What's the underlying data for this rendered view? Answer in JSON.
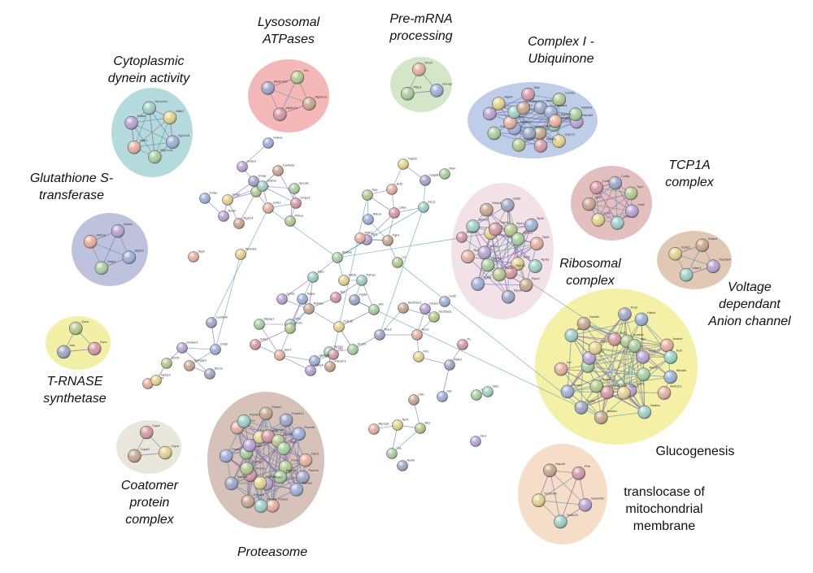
{
  "clusters": [
    {
      "id": "cytoplasmic-dynein",
      "label_lines": [
        "Cytoplasmic",
        "dynein activity"
      ],
      "italic": true,
      "color": "#9ccdd3",
      "nodes": [
        {
          "id": "cd1",
          "label": "Dync1i1"
        },
        {
          "id": "cd2",
          "label": "Ppp1r1a"
        },
        {
          "id": "cd3",
          "label": "Nde1"
        },
        {
          "id": "cd4",
          "label": "Pafah"
        },
        {
          "id": "cd5",
          "label": "Dync1h1"
        },
        {
          "id": "cd6",
          "label": "Ndel1"
        }
      ]
    },
    {
      "id": "lysosomal-atpases",
      "label_lines": [
        "Lysosomal",
        "ATPases"
      ],
      "italic": true,
      "color": "#f2a0a0",
      "nodes": [
        {
          "id": "la1",
          "label": "Atp6v1d"
        },
        {
          "id": "la2",
          "label": "Atp6v1a"
        },
        {
          "id": "la3",
          "label": "Atp6v1b2"
        },
        {
          "id": "la4",
          "label": "Tfrc"
        }
      ]
    },
    {
      "id": "pre-mrna",
      "label_lines": [
        "Pre-mRNA",
        "processing"
      ],
      "italic": true,
      "color": "#c6ddb6",
      "nodes": [
        {
          "id": "pm1",
          "label": "Hnrnpr"
        },
        {
          "id": "pm2",
          "label": "Ptbp1"
        },
        {
          "id": "pm3",
          "label": "Dhx9"
        }
      ]
    },
    {
      "id": "complex-i",
      "label_lines": [
        "Complex I -",
        "Ubiquinone"
      ],
      "italic": true,
      "color": "#a9bde0",
      "nodes": [
        {
          "id": "c1",
          "label": "Ndufa9"
        },
        {
          "id": "c2",
          "label": "Ndufb5"
        },
        {
          "id": "c3",
          "label": "Uqcrc1"
        },
        {
          "id": "c4",
          "label": "Sdhb"
        },
        {
          "id": "c5",
          "label": "Ndufs1"
        },
        {
          "id": "c6",
          "label": "Ndufs2"
        },
        {
          "id": "c7",
          "label": "Cox5a"
        },
        {
          "id": "c8",
          "label": "Uqcrc2"
        },
        {
          "id": "c9",
          "label": "Sdha"
        },
        {
          "id": "c10",
          "label": "Cyc1"
        },
        {
          "id": "c11",
          "label": "Ndufv1"
        },
        {
          "id": "c12",
          "label": "Ndufa10"
        },
        {
          "id": "c13",
          "label": "Atp5b"
        },
        {
          "id": "c14",
          "label": "Uqcrfs1"
        },
        {
          "id": "c15",
          "label": "Etfa"
        },
        {
          "id": "c16",
          "label": "Ndufs3"
        },
        {
          "id": "c17",
          "label": "Cox4i1"
        },
        {
          "id": "c18",
          "label": "Ndufa4"
        },
        {
          "id": "c19",
          "label": "Ndufb8"
        },
        {
          "id": "c20",
          "label": "Atp5a1"
        }
      ]
    },
    {
      "id": "tcp1a",
      "label_lines": [
        "TCP1A",
        "complex"
      ],
      "italic": true,
      "color": "#dba9a9",
      "nodes": [
        {
          "id": "t1",
          "label": "Cct8"
        },
        {
          "id": "t2",
          "label": "Cct4"
        },
        {
          "id": "t3",
          "label": "Cct3"
        },
        {
          "id": "t4",
          "label": "Cct2"
        },
        {
          "id": "t5",
          "label": "Cct5"
        },
        {
          "id": "t6",
          "label": "Cct6a"
        },
        {
          "id": "t7",
          "label": "Tcp1"
        }
      ]
    },
    {
      "id": "glutathione",
      "label_lines": [
        "Glutathione S-",
        "transferase"
      ],
      "italic": true,
      "color": "#a8aed2",
      "nodes": [
        {
          "id": "g1",
          "label": "Mgst3"
        },
        {
          "id": "g2",
          "label": "Gstp1"
        },
        {
          "id": "g3",
          "label": "Gstm1"
        },
        {
          "id": "g4",
          "label": "Gsta4"
        }
      ]
    },
    {
      "id": "ribosomal",
      "label_lines": [
        "Ribosomal",
        "complex"
      ],
      "italic": true,
      "color": "#eed7df",
      "nodes": [
        {
          "id": "r1",
          "label": "Rpl11"
        },
        {
          "id": "r2",
          "label": "Eef2"
        },
        {
          "id": "r3",
          "label": "Rps3"
        },
        {
          "id": "r4",
          "label": "Rpl13"
        },
        {
          "id": "r5",
          "label": "Rps8"
        },
        {
          "id": "r6",
          "label": "Rpl29"
        },
        {
          "id": "r7",
          "label": "Rpsa"
        },
        {
          "id": "r8",
          "label": "Rps6"
        },
        {
          "id": "r9",
          "label": "Rpl7"
        },
        {
          "id": "r10",
          "label": "Eif3a"
        },
        {
          "id": "r11",
          "label": "Eif2s3"
        },
        {
          "id": "r12",
          "label": "Eif3c"
        },
        {
          "id": "r13",
          "label": "Eif4a1"
        },
        {
          "id": "r14",
          "label": "Rpl10"
        },
        {
          "id": "r15",
          "label": "Eif3b"
        },
        {
          "id": "r16",
          "label": "Rps12"
        },
        {
          "id": "r17",
          "label": "Rpl3"
        },
        {
          "id": "r18",
          "label": "Eif2s1"
        },
        {
          "id": "r19",
          "label": "Rpl4"
        }
      ]
    },
    {
      "id": "vdac",
      "label_lines": [
        "Voltage",
        "dependant",
        "Anion channel"
      ],
      "italic": true,
      "color": "#d7b59c",
      "nodes": [
        {
          "id": "v1",
          "label": "Slc25a4"
        },
        {
          "id": "v2",
          "label": "Vdac1"
        },
        {
          "id": "v3",
          "label": "Vdac2"
        },
        {
          "id": "v4",
          "label": "Vdac3"
        }
      ]
    },
    {
      "id": "trnase",
      "label_lines": [
        "T-RNASE",
        "synthetase"
      ],
      "italic": true,
      "color": "#eeeb8a",
      "nodes": [
        {
          "id": "tr1",
          "label": "Eprs"
        },
        {
          "id": "tr2",
          "label": "Iars"
        },
        {
          "id": "tr3",
          "label": "Qars"
        }
      ]
    },
    {
      "id": "glucogenesis",
      "label_lines": [
        "Glucogenesis"
      ],
      "italic": false,
      "color": "#f0ec88",
      "nodes": [
        {
          "id": "gl1",
          "label": "Hibadh"
        },
        {
          "id": "gl2",
          "label": "Aldh2"
        },
        {
          "id": "gl3",
          "label": "Aldh1b1"
        },
        {
          "id": "gl4",
          "label": "Hadh"
        },
        {
          "id": "gl5",
          "label": "Hadha"
        },
        {
          "id": "gl6",
          "label": "Echs1"
        },
        {
          "id": "gl7",
          "label": "Acadm"
        },
        {
          "id": "gl8",
          "label": "Hsd17b4"
        },
        {
          "id": "gl9",
          "label": "Acat1"
        },
        {
          "id": "gl10",
          "label": "Acads"
        },
        {
          "id": "gl11",
          "label": "Acadl"
        },
        {
          "id": "gl12",
          "label": "Pcca"
        },
        {
          "id": "gl13",
          "label": "Ivd"
        },
        {
          "id": "gl14",
          "label": "Mccc1"
        },
        {
          "id": "gl15",
          "label": "Acaa2"
        },
        {
          "id": "gl16",
          "label": "Decr1"
        },
        {
          "id": "gl17",
          "label": "Hadhb"
        },
        {
          "id": "gl18",
          "label": "Eci1"
        },
        {
          "id": "gl19",
          "label": "Pccb"
        },
        {
          "id": "gl20",
          "label": "Acadsb"
        },
        {
          "id": "gl21",
          "label": "Hibch"
        },
        {
          "id": "gl22",
          "label": "Mut"
        },
        {
          "id": "gl23",
          "label": "Acadvl"
        },
        {
          "id": "gl24",
          "label": "Ech1"
        },
        {
          "id": "gl25",
          "label": "Auh"
        }
      ]
    },
    {
      "id": "coatomer",
      "label_lines": [
        "Coatomer",
        "protein",
        "complex"
      ],
      "italic": true,
      "color": "#e2ddd0",
      "nodes": [
        {
          "id": "co1",
          "label": "Copa"
        },
        {
          "id": "co2",
          "label": "Copb2"
        },
        {
          "id": "co3",
          "label": "Cope"
        }
      ]
    },
    {
      "id": "proteasome",
      "label_lines": [
        "Proteasome"
      ],
      "italic": true,
      "color": "#c9ada3",
      "nodes": [
        {
          "id": "p1",
          "label": "Psmc5"
        },
        {
          "id": "p2",
          "label": "Psmd2"
        },
        {
          "id": "p3",
          "label": "Psma1"
        },
        {
          "id": "p4",
          "label": "Psmd1"
        },
        {
          "id": "p5",
          "label": "Psmc2"
        },
        {
          "id": "p6",
          "label": "Psmb1"
        },
        {
          "id": "p7",
          "label": "Psmc4"
        },
        {
          "id": "p8",
          "label": "Psma4"
        },
        {
          "id": "p9",
          "label": "Psmd3"
        },
        {
          "id": "p10",
          "label": "Psmc1"
        },
        {
          "id": "p11",
          "label": "Psmd6"
        },
        {
          "id": "p12",
          "label": "Psmb2"
        },
        {
          "id": "p13",
          "label": "Psma2"
        },
        {
          "id": "p14",
          "label": "Psmc3"
        },
        {
          "id": "p15",
          "label": "Psmd11"
        },
        {
          "id": "p16",
          "label": "Psma5"
        },
        {
          "id": "p17",
          "label": "Psmb5"
        },
        {
          "id": "p18",
          "label": "Psmd14"
        },
        {
          "id": "p19",
          "label": "Psma7"
        },
        {
          "id": "p20",
          "label": "Psmc6"
        },
        {
          "id": "p21",
          "label": "Psmd12"
        },
        {
          "id": "p22",
          "label": "Psmb6"
        },
        {
          "id": "p23",
          "label": "Psmd4"
        },
        {
          "id": "p24",
          "label": "Tpp2"
        },
        {
          "id": "p25",
          "label": "Rpn1"
        }
      ]
    },
    {
      "id": "translocase",
      "label_lines": [
        "translocase of",
        "mitochondrial",
        "membrane"
      ],
      "italic": false,
      "color": "#f1d2b6",
      "nodes": [
        {
          "id": "tm1",
          "label": "Samm50"
        },
        {
          "id": "tm2",
          "label": "Timm23"
        },
        {
          "id": "tm3",
          "label": "Tomm40"
        },
        {
          "id": "tm4",
          "label": "Hspa9"
        },
        {
          "id": "tm5",
          "label": "Phb"
        }
      ]
    }
  ],
  "free_nodes": [
    {
      "id": "f1",
      "label": "Ywhaz"
    },
    {
      "id": "f2",
      "label": "Gnao1"
    },
    {
      "id": "f3",
      "label": "Camk2a"
    },
    {
      "id": "f4",
      "label": "Gnai1"
    },
    {
      "id": "f5",
      "label": "Gnb1"
    },
    {
      "id": "f6",
      "label": "Gnb2"
    },
    {
      "id": "f7",
      "label": "Gnaq"
    },
    {
      "id": "f8",
      "label": "Hpcal1"
    },
    {
      "id": "f9",
      "label": "Calm1"
    },
    {
      "id": "f10",
      "label": "Gng12"
    },
    {
      "id": "f11",
      "label": "Gnas"
    },
    {
      "id": "f12",
      "label": "Ncdn"
    },
    {
      "id": "f13",
      "label": "Rgs14"
    },
    {
      "id": "f14",
      "label": "Prkca"
    },
    {
      "id": "f15",
      "label": "Dlg4"
    },
    {
      "id": "f16",
      "label": "Shank3"
    },
    {
      "id": "f17",
      "label": "Camk2b"
    },
    {
      "id": "f18",
      "label": "Dlgap1"
    },
    {
      "id": "f19",
      "label": "Cttn"
    },
    {
      "id": "f20",
      "label": "Grin1"
    },
    {
      "id": "f21",
      "label": "Gria2"
    },
    {
      "id": "f22",
      "label": "Homer1"
    },
    {
      "id": "f23",
      "label": "Syngap1"
    },
    {
      "id": "f24",
      "label": "Grm5"
    },
    {
      "id": "f25",
      "label": "Snap25"
    },
    {
      "id": "f26",
      "label": "Vamp2"
    },
    {
      "id": "f27",
      "label": "Stx1a"
    },
    {
      "id": "f28",
      "label": "Stxbp1"
    },
    {
      "id": "f29",
      "label": "Syt1"
    },
    {
      "id": "f30",
      "label": "Nsf"
    },
    {
      "id": "f31",
      "label": "Napa"
    },
    {
      "id": "f32",
      "label": "Cplx1"
    },
    {
      "id": "f33",
      "label": "Rab3a"
    },
    {
      "id": "f34",
      "label": "Sv2a"
    },
    {
      "id": "f35",
      "label": "Syn1"
    },
    {
      "id": "f36",
      "label": "Cdc42"
    },
    {
      "id": "f37",
      "label": "Rac1"
    },
    {
      "id": "f38",
      "label": "Dnm1"
    },
    {
      "id": "f39",
      "label": "Ap2a1"
    },
    {
      "id": "f40",
      "label": "Cltc"
    },
    {
      "id": "f41",
      "label": "Sh3gl2"
    },
    {
      "id": "f42",
      "label": "Amph"
    },
    {
      "id": "f43",
      "label": "Pacsin1"
    },
    {
      "id": "f44",
      "label": "Syp"
    },
    {
      "id": "f45",
      "label": "Actb"
    },
    {
      "id": "f46",
      "label": "Tubb5"
    },
    {
      "id": "f47",
      "label": "Gapdh"
    },
    {
      "id": "f48",
      "label": "Pkm"
    },
    {
      "id": "f49",
      "label": "Eno1"
    },
    {
      "id": "f50",
      "label": "Ldha"
    },
    {
      "id": "f51",
      "label": "Aldoa"
    },
    {
      "id": "f52",
      "label": "Tpi1"
    },
    {
      "id": "f53",
      "label": "Pgk1"
    },
    {
      "id": "f54",
      "label": "Cs"
    },
    {
      "id": "f55",
      "label": "Mdh2"
    },
    {
      "id": "f56",
      "label": "Idh3a"
    },
    {
      "id": "f57",
      "label": "Ogdh"
    },
    {
      "id": "f58",
      "label": "Dld"
    },
    {
      "id": "f59",
      "label": "Pdha1"
    },
    {
      "id": "f60",
      "label": "Sucla2"
    },
    {
      "id": "f61",
      "label": "Got2"
    },
    {
      "id": "f62",
      "label": "Glud1"
    },
    {
      "id": "f63",
      "label": "Slc25a12"
    },
    {
      "id": "f64",
      "label": "Slc25a11"
    },
    {
      "id": "f65",
      "label": "Aco2"
    },
    {
      "id": "f66",
      "label": "Fh1"
    },
    {
      "id": "f67",
      "label": "Mdh1"
    },
    {
      "id": "f68",
      "label": "Got1"
    },
    {
      "id": "f69",
      "label": "Idh2"
    },
    {
      "id": "f70",
      "label": "Pc"
    },
    {
      "id": "f71",
      "label": "Gls"
    },
    {
      "id": "f72",
      "label": "Glul"
    },
    {
      "id": "f73",
      "label": "Ckb"
    },
    {
      "id": "f74",
      "label": "Ak1"
    },
    {
      "id": "f75",
      "label": "Atp1a3"
    },
    {
      "id": "f76",
      "label": "Nefl"
    },
    {
      "id": "f77",
      "label": "Nefm"
    },
    {
      "id": "f78",
      "label": "Ina"
    }
  ]
}
